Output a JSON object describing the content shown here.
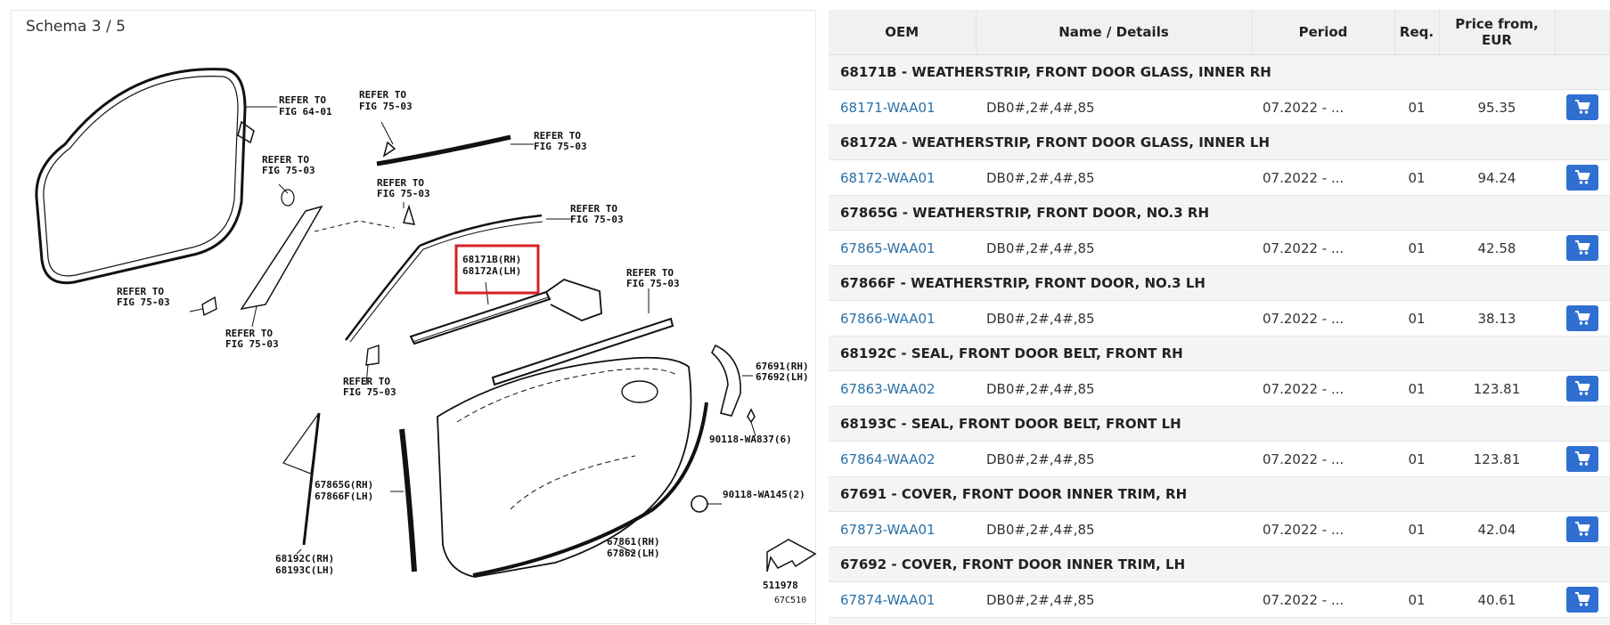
{
  "schema": {
    "title": "Schema 3 / 5",
    "labels": {
      "ref_64_01_a": "REFER TO",
      "ref_64_01_b": "FIG 64-01",
      "refer_to": "REFER TO",
      "fig_75_03": "FIG 75-03",
      "part_68171b": "68171B(RH)",
      "part_68172a": "68172A(LH)",
      "part_67691": "67691(RH)",
      "part_67692": "67692(LH)",
      "part_90118_wa837": "90118-WA837(6)",
      "part_90118_wa145": "90118-WA145(2)",
      "part_67865g": "67865G(RH)",
      "part_67866f": "67866F(LH)",
      "part_68192c": "68192C(RH)",
      "part_68193c": "68193C(LH)",
      "part_67861": "67861(RH)",
      "part_67862": "67862(LH)",
      "code_511978": "511978",
      "code_67c510": "67C510"
    }
  },
  "table": {
    "headers": {
      "oem": "OEM",
      "name": "Name / Details",
      "period": "Period",
      "req": "Req.",
      "price": "Price from, EUR"
    },
    "groups": [
      {
        "title": "68171B - WEATHERSTRIP, FRONT DOOR GLASS, INNER RH",
        "item": {
          "oem": "68171-WAA01",
          "details": "DB0#,2#,4#,85",
          "period": "07.2022 - ...",
          "req": "01",
          "price": "95.35"
        }
      },
      {
        "title": "68172A - WEATHERSTRIP, FRONT DOOR GLASS, INNER LH",
        "item": {
          "oem": "68172-WAA01",
          "details": "DB0#,2#,4#,85",
          "period": "07.2022 - ...",
          "req": "01",
          "price": "94.24"
        }
      },
      {
        "title": "67865G - WEATHERSTRIP, FRONT DOOR, NO.3 RH",
        "item": {
          "oem": "67865-WAA01",
          "details": "DB0#,2#,4#,85",
          "period": "07.2022 - ...",
          "req": "01",
          "price": "42.58"
        }
      },
      {
        "title": "67866F - WEATHERSTRIP, FRONT DOOR, NO.3 LH",
        "item": {
          "oem": "67866-WAA01",
          "details": "DB0#,2#,4#,85",
          "period": "07.2022 - ...",
          "req": "01",
          "price": "38.13"
        }
      },
      {
        "title": "68192C - SEAL, FRONT DOOR BELT, FRONT RH",
        "item": {
          "oem": "67863-WAA02",
          "details": "DB0#,2#,4#,85",
          "period": "07.2022 - ...",
          "req": "01",
          "price": "123.81"
        }
      },
      {
        "title": "68193C - SEAL, FRONT DOOR BELT, FRONT LH",
        "item": {
          "oem": "67864-WAA02",
          "details": "DB0#,2#,4#,85",
          "period": "07.2022 - ...",
          "req": "01",
          "price": "123.81"
        }
      },
      {
        "title": "67691 - COVER, FRONT DOOR INNER TRIM, RH",
        "item": {
          "oem": "67873-WAA01",
          "details": "DB0#,2#,4#,85",
          "period": "07.2022 - ...",
          "req": "01",
          "price": "42.04"
        }
      },
      {
        "title": "67692 - COVER, FRONT DOOR INNER TRIM, LH",
        "item": {
          "oem": "67874-WAA01",
          "details": "DB0#,2#,4#,85",
          "period": "07.2022 - ...",
          "req": "01",
          "price": "40.61"
        }
      }
    ]
  },
  "icons": {
    "cart": "cart-icon"
  },
  "colors": {
    "link": "#2b70a6",
    "cart_button": "#2f6fd1",
    "highlight": "#d62026"
  }
}
